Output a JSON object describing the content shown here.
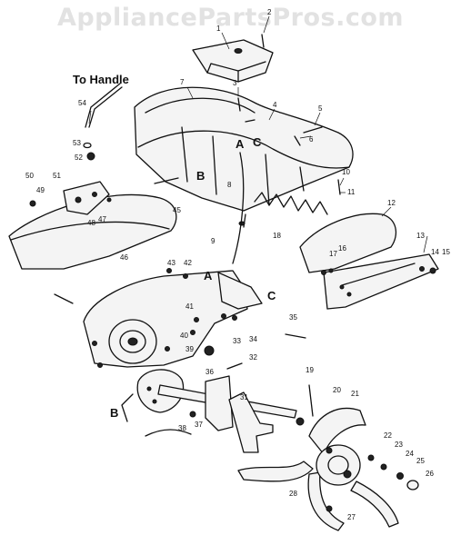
{
  "watermark": "AppliancePartsPros.com",
  "header": "To Handle",
  "letters": [
    "A",
    "C",
    "B",
    "A",
    "C",
    "B"
  ],
  "parts": [
    "1",
    "2",
    "3",
    "4",
    "5",
    "6",
    "7",
    "8",
    "9",
    "10",
    "11",
    "12",
    "13",
    "14",
    "15",
    "16",
    "17",
    "18",
    "19",
    "20",
    "21",
    "22",
    "23",
    "24",
    "25",
    "26",
    "27",
    "28",
    "31",
    "32",
    "33",
    "34",
    "35",
    "36",
    "37",
    "38",
    "39",
    "40",
    "41",
    "42",
    "43",
    "45",
    "46",
    "47",
    "48",
    "49",
    "50",
    "51",
    "52",
    "53",
    "54"
  ]
}
